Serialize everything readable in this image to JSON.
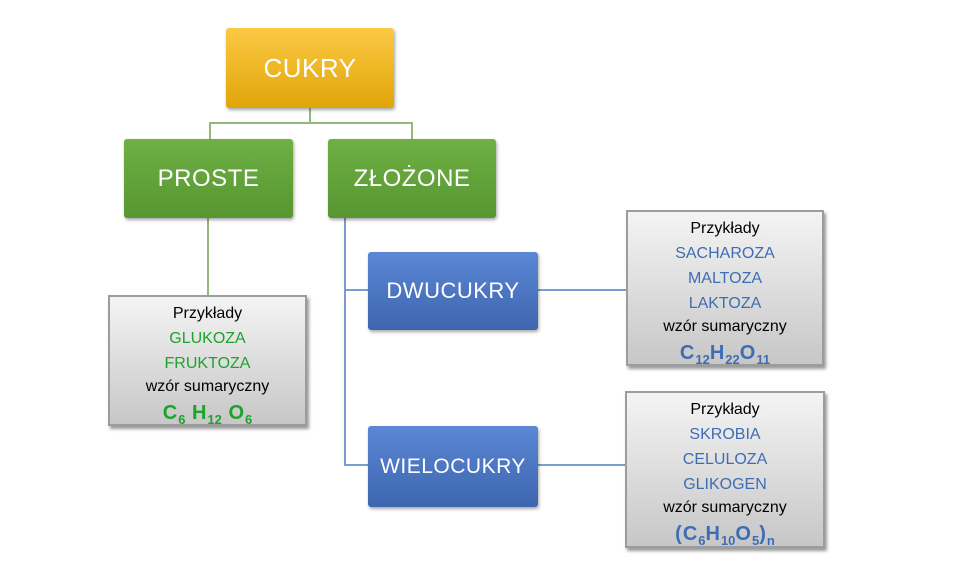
{
  "nodes": {
    "root": "CUKRY",
    "simple": "PROSTE",
    "complex": "ZŁOŻONE",
    "disaccharides": "DWUCUKRY",
    "polysaccharides": "WIELOCUKRY"
  },
  "details": {
    "proste": {
      "header": "Przykłady",
      "examples": [
        "GLUKOZA",
        "FRUKTOZA"
      ],
      "formula_label": "wzór sumaryczny",
      "formula": {
        "p1": "C",
        "s1": "6",
        "p2": " H",
        "s2": "12",
        "p3": " O",
        "s3": "6"
      }
    },
    "dwucukry": {
      "header": "Przykłady",
      "examples": [
        "SACHAROZA",
        "MALTOZA",
        "LAKTOZA"
      ],
      "formula_label": "wzór sumaryczny",
      "formula": {
        "p1": "C",
        "s1": "12",
        "p2": "H",
        "s2": "22",
        "p3": "O",
        "s3": "11"
      }
    },
    "wielocukry": {
      "header": "Przykłady",
      "examples": [
        "SKROBIA",
        "CELULOZA",
        "GLIKOGEN"
      ],
      "formula_label": "wzór sumaryczny",
      "formula": {
        "p1": "(C",
        "s1": "6",
        "p2": "H",
        "s2": "10",
        "p3": "O",
        "s3": "5",
        "p4": ")",
        "s4": "n"
      }
    }
  },
  "colors": {
    "root_fill_top": "#fcc945",
    "root_fill_bottom": "#e0a508",
    "branch_fill_top": "#6fb044",
    "branch_fill_bottom": "#579631",
    "sub_fill_top": "#5b87d5",
    "sub_fill_bottom": "#3e66af",
    "example_green_text": "#1ca32b",
    "example_blue_text": "#3e6db5",
    "connector_green": "#94b87c",
    "connector_blue": "#7b9cd0",
    "detail_border": "#9c9c9c"
  }
}
